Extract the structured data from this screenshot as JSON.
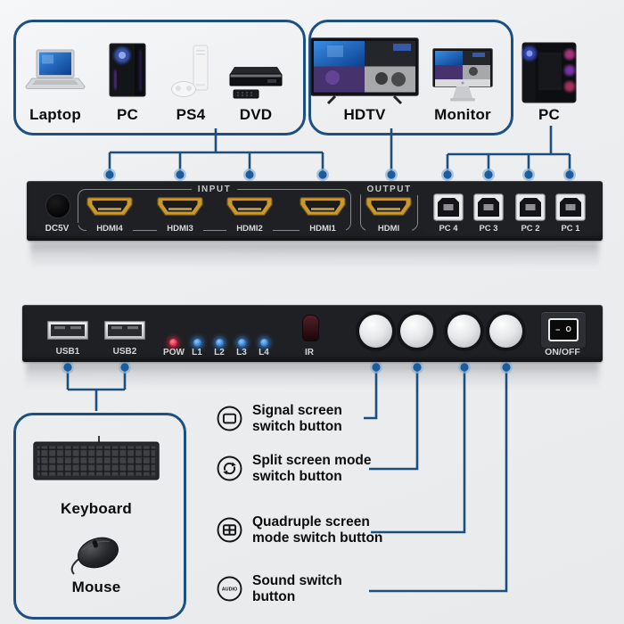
{
  "page": {
    "background": "#ebedef",
    "line_color": "#1c4f7e",
    "dot_color": "#1d5c9c"
  },
  "sources_box": {
    "items": [
      {
        "label": "Laptop",
        "icon": "laptop-icon"
      },
      {
        "label": "PC",
        "icon": "desktop-tower-icon"
      },
      {
        "label": "PS4",
        "icon": "game-console-icon"
      },
      {
        "label": "DVD",
        "icon": "dvd-player-icon"
      }
    ]
  },
  "displays_box": {
    "items": [
      {
        "label": "HDTV",
        "icon": "tv-icon"
      },
      {
        "label": "Monitor",
        "icon": "monitor-icon"
      }
    ]
  },
  "host_pc": {
    "label": "PC",
    "icon": "gaming-tower-icon"
  },
  "front_panel": {
    "dc_label": "DC5V",
    "input_group": {
      "label": "INPUT",
      "ports": [
        {
          "label": "HDMI4"
        },
        {
          "label": "HDMI3"
        },
        {
          "label": "HDMI2"
        },
        {
          "label": "HDMI1"
        }
      ]
    },
    "output_group": {
      "label": "OUTPUT",
      "port_label": "HDMI"
    },
    "pc_ports": [
      {
        "label": "PC 4"
      },
      {
        "label": "PC 3"
      },
      {
        "label": "PC 2"
      },
      {
        "label": "PC 1"
      }
    ]
  },
  "control_panel": {
    "usb_ports": [
      {
        "label": "USB1"
      },
      {
        "label": "USB2"
      }
    ],
    "leds": [
      {
        "label": "POW",
        "color": "#e02540"
      },
      {
        "label": "L1",
        "color": "#2f7fd6"
      },
      {
        "label": "L2",
        "color": "#2f7fd6"
      },
      {
        "label": "L3",
        "color": "#2f7fd6"
      },
      {
        "label": "L4",
        "color": "#2f7fd6"
      }
    ],
    "ir_label": "IR",
    "power_switch": {
      "label": "ON/OFF",
      "on_mark": "−",
      "off_mark": "O"
    }
  },
  "peripherals_box": {
    "items": [
      {
        "label": "Keyboard",
        "icon": "keyboard-icon"
      },
      {
        "label": "Mouse",
        "icon": "mouse-icon"
      }
    ]
  },
  "button_legend": [
    {
      "line1": "Signal screen",
      "line2": "switch button",
      "icon": "single-screen-icon"
    },
    {
      "line1": "Split screen mode",
      "line2": "switch button",
      "icon": "cycle-icon"
    },
    {
      "line1": "Quadruple screen",
      "line2": "mode switch button",
      "icon": "quad-screen-icon"
    },
    {
      "line1": "Sound switch",
      "line2": "button",
      "icon": "audio-icon",
      "icon_text": "AUDIO"
    }
  ]
}
